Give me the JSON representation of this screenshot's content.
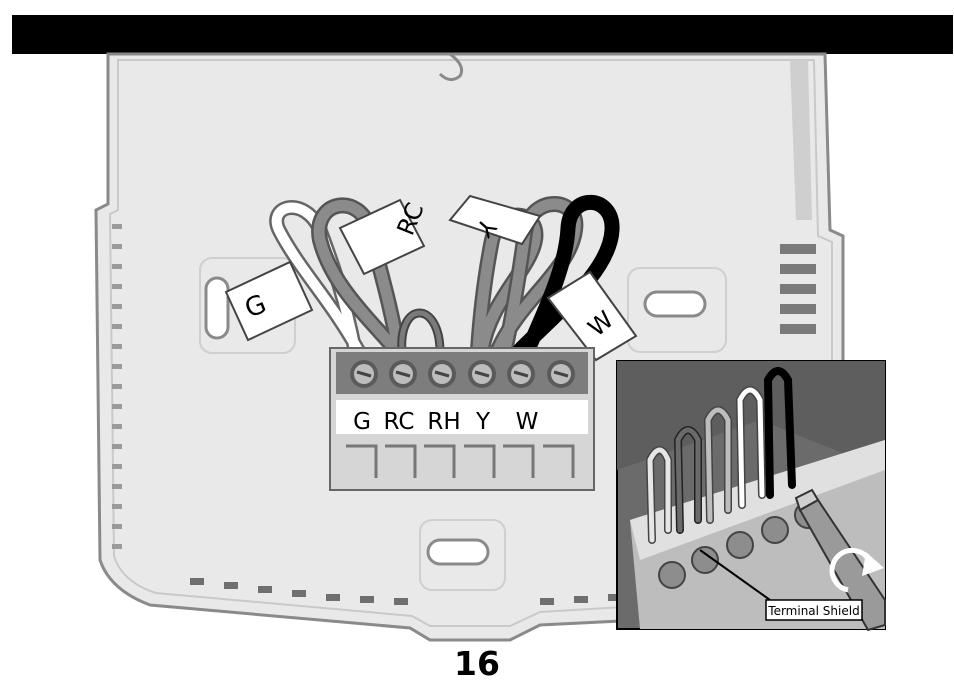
{
  "page": {
    "number": "16"
  },
  "terminal_labels": [
    "G",
    "RC",
    "RH",
    "Y",
    "W"
  ],
  "wire_tags": {
    "g": "G",
    "rc": "RC",
    "y": "Y",
    "w": "W"
  },
  "inset": {
    "callout": "Terminal Shield"
  },
  "icons": [
    "screwdriver-icon",
    "rotate-arrow-icon"
  ],
  "colors": {
    "band": "#000000",
    "plate": "#e9e9e9",
    "outline": "#6f6f6f"
  }
}
